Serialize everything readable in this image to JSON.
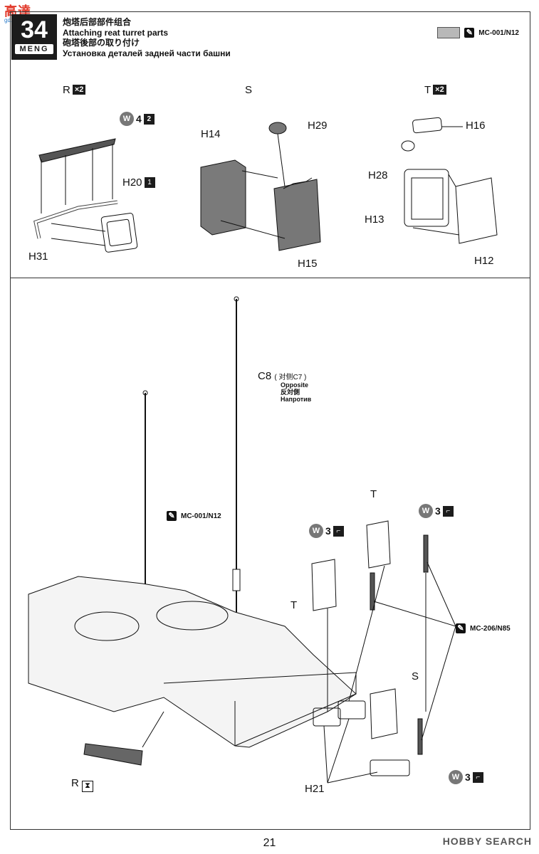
{
  "watermark": {
    "text": "高達",
    "url": "gd.shun.com"
  },
  "step": {
    "number": "34",
    "brand": "MENG"
  },
  "titles": {
    "zh": "炮塔后部部件组合",
    "en": "Attaching reat turret parts",
    "ja": "砲塔後部の取り付け",
    "ru": "Установка деталей задней части башни"
  },
  "top_paint_ref": {
    "code": "MC-001/N12"
  },
  "top_section": {
    "R": {
      "letter": "R",
      "qty": "×2"
    },
    "S": {
      "letter": "S"
    },
    "T": {
      "letter": "T",
      "qty": "×2"
    },
    "w4": {
      "w": "W",
      "num": "4",
      "sq": "2"
    },
    "h20": {
      "label": "H20",
      "sq": "1"
    },
    "parts": [
      "H31",
      "H14",
      "H29",
      "H15",
      "H16",
      "H28",
      "H13",
      "H12"
    ]
  },
  "bottom_section": {
    "antenna": {
      "label": "C8",
      "paren": "( 对侧C7 )",
      "opp_en": "Opposite",
      "opp_ja": "反対側",
      "opp_ru": "Напротив"
    },
    "paint1": "MC-001/N12",
    "paint2": "MC-206/N85",
    "T1": "T",
    "T2": "T",
    "S": "S",
    "R": "R",
    "w3": {
      "w": "W",
      "num": "3"
    },
    "h21": "H21"
  },
  "page_number": "21",
  "footer_logo": "HOBBY SEARCH",
  "colors": {
    "ink": "#111111",
    "panel": "#1c1c1c",
    "swatch": "#b8b8b8",
    "wm_red": "#e23a2b"
  }
}
